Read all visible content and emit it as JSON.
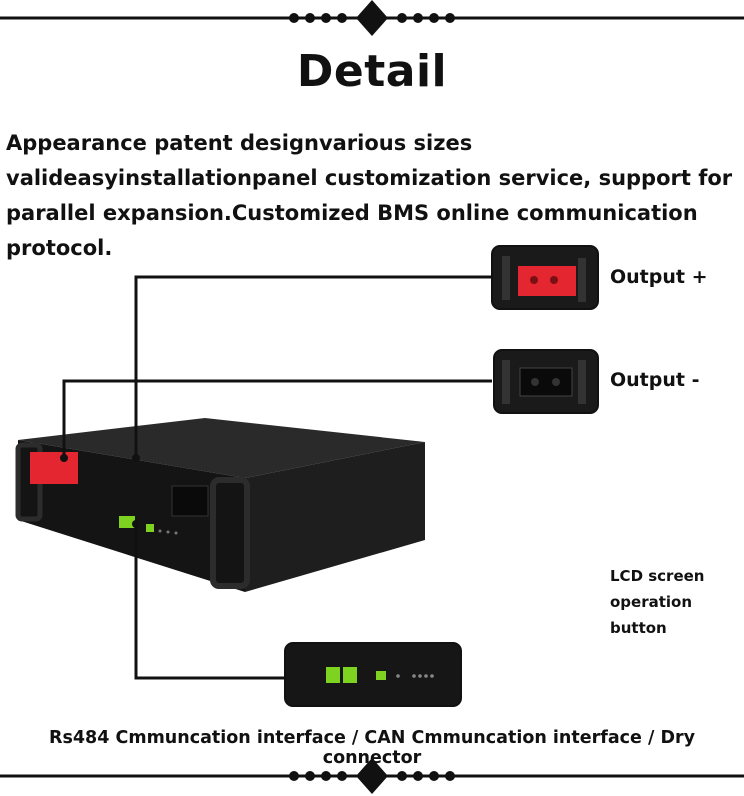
{
  "page": {
    "title": "Detail",
    "description": "Appearance patent designvarious sizes valideasyinstallationpanel customization service, support for parallel expansion.Customized BMS online communication protocol.",
    "caption": "Rs484 Cmmuncation interface / CAN Cmmuncation interface / Dry connector"
  },
  "callouts": {
    "output_positive": "Output +",
    "output_negative": "Output -",
    "lcd_line1": "LCD screen",
    "lcd_line2": "operation button"
  },
  "colors": {
    "accent_red": "#e3262f",
    "port_green": "#7ed321",
    "case_black": "#1a1a1a"
  }
}
